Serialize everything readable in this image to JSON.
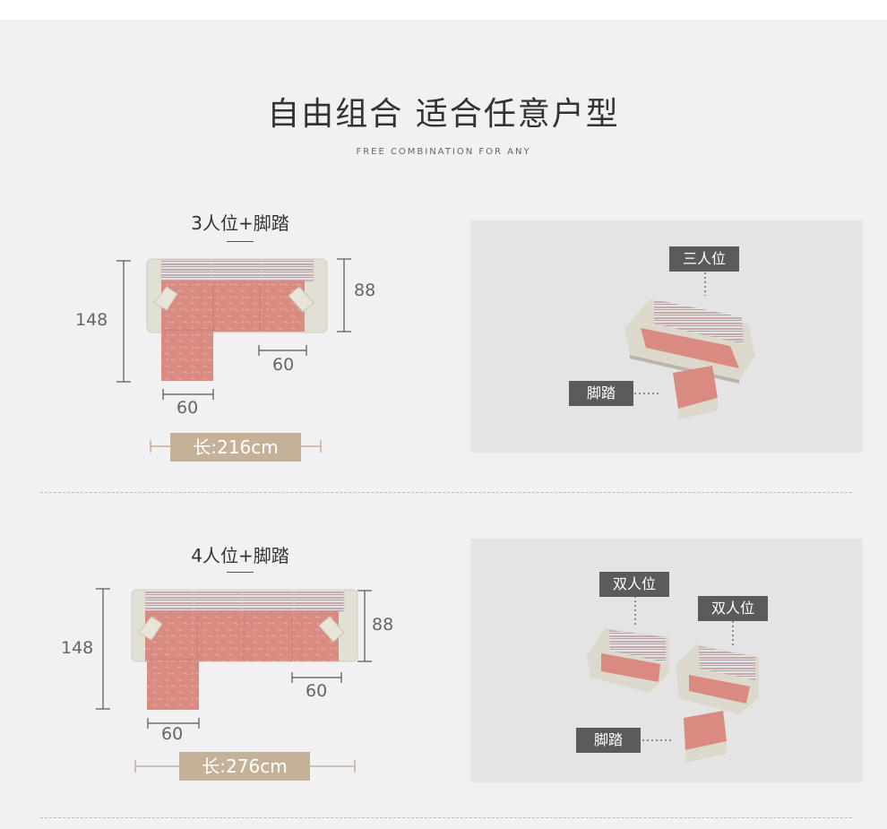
{
  "header": {
    "title": "自由组合 适合任意户型",
    "subtitle": "FREE COMBINATION FOR ANY"
  },
  "sections": [
    {
      "title": "3人位+脚踏",
      "depth": "148",
      "back_depth": "88",
      "seat_width": "60",
      "chaise_width": "60",
      "length": "长:216cm",
      "tags": [
        "三人位",
        "脚踏"
      ]
    },
    {
      "title": "4人位+脚踏",
      "depth": "148",
      "back_depth": "88",
      "seat_width": "60",
      "chaise_width": "60",
      "length": "长:276cm",
      "tags": [
        "双人位",
        "双人位",
        "脚踏"
      ]
    }
  ],
  "colors": {
    "background": "#f1f0f2",
    "accent_tan": "#c4b198",
    "tag_gray": "#5b5b5b",
    "cushion_coral": "#d98b82",
    "frame_cream": "#e2dfd4"
  }
}
